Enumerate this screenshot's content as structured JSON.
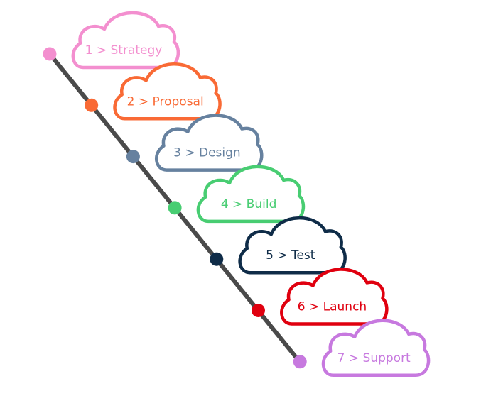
{
  "steps": [
    {
      "label": "1 > Strategy",
      "color": "#f38fcf",
      "icon": "cloud-icon"
    },
    {
      "label": "2 > Proposal",
      "color": "#f96a35",
      "icon": "cloud-icon"
    },
    {
      "label": "3 > Design",
      "color": "#66819f",
      "icon": "cloud-icon"
    },
    {
      "label": "4 > Build",
      "color": "#48cd72",
      "icon": "cloud-icon"
    },
    {
      "label": "5 > Test",
      "color": "#0f2c48",
      "icon": "cloud-icon"
    },
    {
      "label": "6 > Launch",
      "color": "#e0000f",
      "icon": "cloud-icon"
    },
    {
      "label": "7 > Support",
      "color": "#c779df",
      "icon": "cloud-icon"
    }
  ],
  "timeline": {
    "line_color": "#4a4a4a"
  }
}
